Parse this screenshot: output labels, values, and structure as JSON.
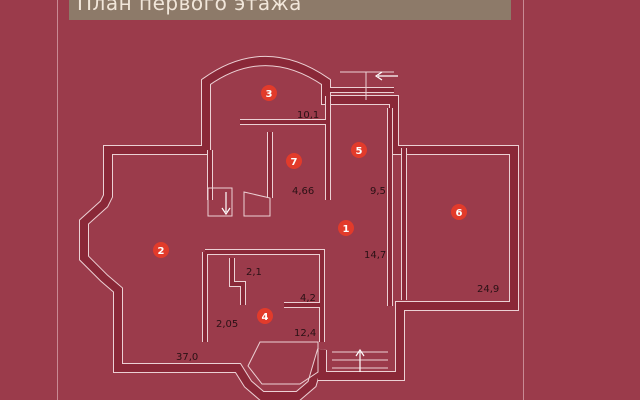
{
  "title": "План первого этажа",
  "colors": {
    "background": "#9b3b4b",
    "wall": "#8a2838",
    "title_bar": "#8d7a69",
    "marker": "#e23b2b"
  },
  "rooms": [
    {
      "number": "1",
      "area": "14,7"
    },
    {
      "number": "2",
      "area": "37,0"
    },
    {
      "number": "3",
      "area": "10,1"
    },
    {
      "number": "4",
      "area": "12,4"
    },
    {
      "number": "5",
      "area": "9,5"
    },
    {
      "number": "6",
      "area": "24,9"
    },
    {
      "number": "7",
      "area": "4,66"
    }
  ],
  "extra_areas": [
    "2,1",
    "4,2",
    "2,05"
  ]
}
